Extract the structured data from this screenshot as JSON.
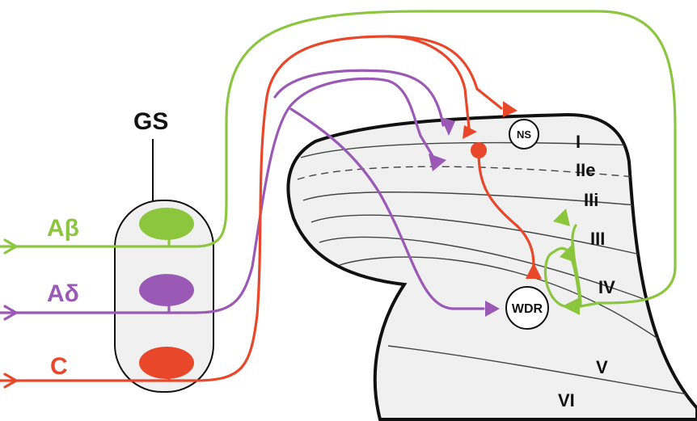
{
  "labels": {
    "ganglion": "GS",
    "fiber_ab": "Aβ",
    "fiber_ad": "Aδ",
    "fiber_c": "C",
    "neuron_ns": "NS",
    "neuron_wdr": "WDR"
  },
  "laminae": [
    "I",
    "IIe",
    "IIi",
    "III",
    "IV",
    "V",
    "VI"
  ],
  "colors": {
    "ab_fiber": "#8cc63f",
    "ad_fiber": "#9b59b6",
    "c_fiber": "#e8472a",
    "horn_fill": "#f0f0f0",
    "outline": "#111111"
  }
}
